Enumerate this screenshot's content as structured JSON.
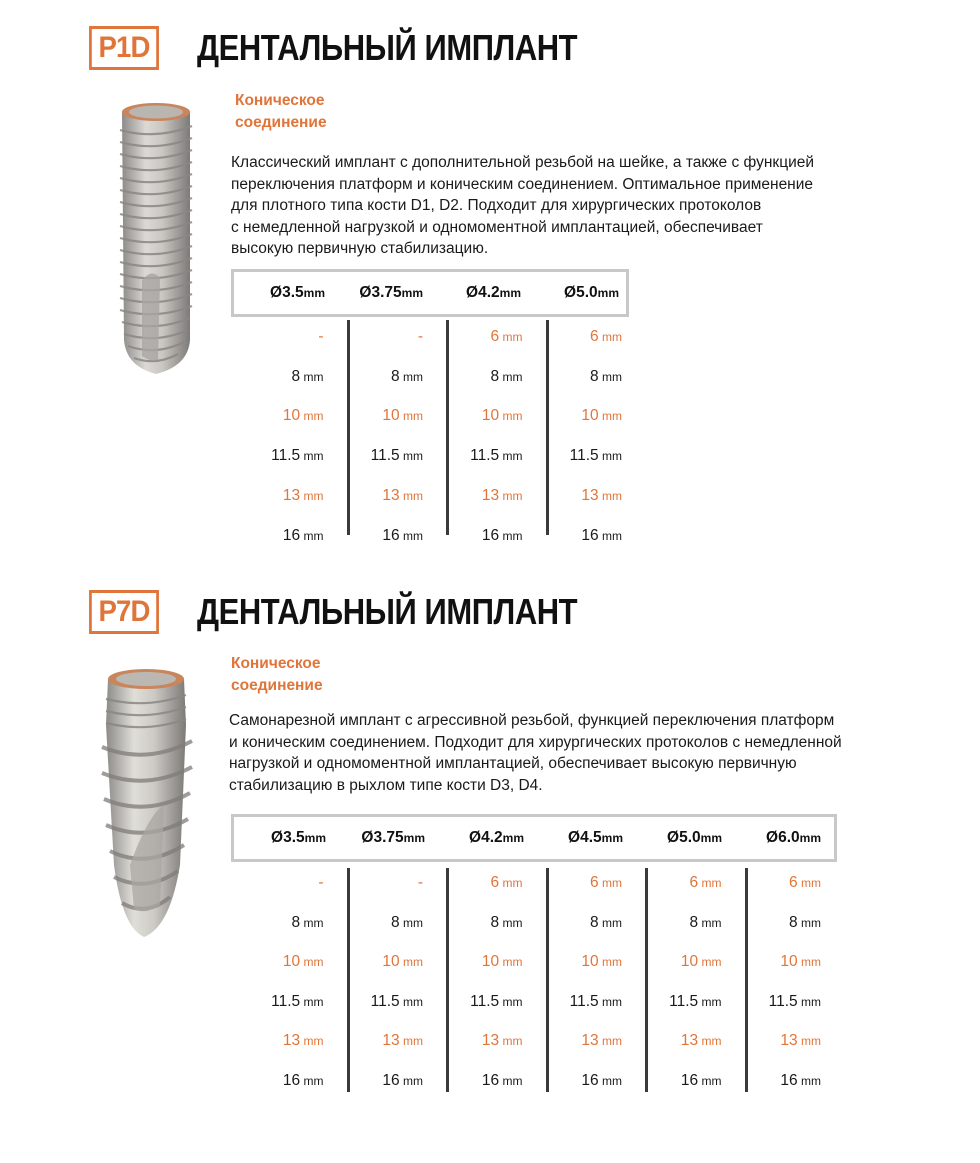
{
  "sections": [
    {
      "badge": "P1D",
      "title": "ДЕНТАЛЬНЫЙ ИМПЛАНТ",
      "subtitle": "Коническое\nсоединение",
      "description_lines": [
        "Классический имплант с дополнительной резьбой на шейке, а также с функцией",
        "переключения платформ и коническим соединением. Оптимальное применение",
        "для плотного типа кости D1, D2. Подходит для хирургических протоколов",
        "с немедленной нагрузкой и одномоментной имплантацией, обеспечивает",
        "высокую первичную стабилизацию."
      ],
      "diameters": [
        "Ø3.5",
        "Ø3.75",
        "Ø4.2",
        "Ø5.0"
      ],
      "diameter_unit": "mm",
      "length_unit": "mm",
      "rows": [
        {
          "orange": true,
          "values": [
            "-",
            "-",
            "6",
            "6"
          ]
        },
        {
          "orange": false,
          "values": [
            "8",
            "8",
            "8",
            "8"
          ]
        },
        {
          "orange": true,
          "values": [
            "10",
            "10",
            "10",
            "10"
          ]
        },
        {
          "orange": false,
          "values": [
            "11.5",
            "11.5",
            "11.5",
            "11.5"
          ]
        },
        {
          "orange": true,
          "values": [
            "13",
            "13",
            "13",
            "13"
          ]
        },
        {
          "orange": false,
          "values": [
            "16",
            "16",
            "16",
            "16"
          ]
        }
      ],
      "implant_icon": "dental-implant-cylindrical"
    },
    {
      "badge": "P7D",
      "title": "ДЕНТАЛЬНЫЙ ИМПЛАНТ",
      "subtitle": "Коническое\nсоединение",
      "description_lines": [
        "Самонарезной имплант с агрессивной резьбой, функцией переключения платформ",
        "и коническим соединением. Подходит для хирургических протоколов с немедленной",
        "нагрузкой и одномоментной имплантацией, обеспечивает высокую первичную",
        "стабилизацию в рыхлом типе кости D3, D4."
      ],
      "diameters": [
        "Ø3.5",
        "Ø3.75",
        "Ø4.2",
        "Ø4.5",
        "Ø5.0",
        "Ø6.0"
      ],
      "diameter_unit": "mm",
      "length_unit": "mm",
      "rows": [
        {
          "orange": true,
          "values": [
            "-",
            "-",
            "6",
            "6",
            "6",
            "6"
          ]
        },
        {
          "orange": false,
          "values": [
            "8",
            "8",
            "8",
            "8",
            "8",
            "8"
          ]
        },
        {
          "orange": true,
          "values": [
            "10",
            "10",
            "10",
            "10",
            "10",
            "10"
          ]
        },
        {
          "orange": false,
          "values": [
            "11.5",
            "11.5",
            "11.5",
            "11.5",
            "11.5",
            "11.5"
          ]
        },
        {
          "orange": true,
          "values": [
            "13",
            "13",
            "13",
            "13",
            "13",
            "13"
          ]
        },
        {
          "orange": false,
          "values": [
            "16",
            "16",
            "16",
            "16",
            "16",
            "16"
          ]
        }
      ],
      "implant_icon": "dental-implant-tapered"
    }
  ],
  "colors": {
    "accent": "#e0753a",
    "text": "#1a1a1a",
    "header_border": "#c8c8c8",
    "column_divider": "#3a3a3a"
  }
}
